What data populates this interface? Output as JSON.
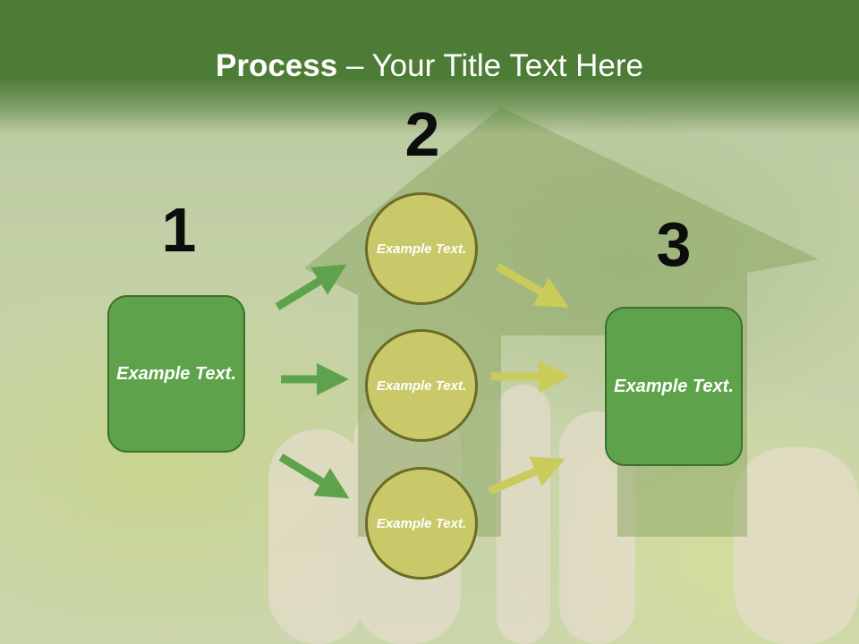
{
  "title": {
    "bold": "Process",
    "rest": " – Your Title Text Here"
  },
  "steps": {
    "num1": "1",
    "num2": "2",
    "num3": "3"
  },
  "left_box": {
    "text": "Example Text."
  },
  "right_box": {
    "text": "Example Text."
  },
  "circles": [
    {
      "text": "Example Text."
    },
    {
      "text": "Example Text."
    },
    {
      "text": "Example Text."
    }
  ],
  "colors": {
    "title_bar": "#4c7c35",
    "box_fill": "#5ea34b",
    "circle_fill": "#c9c96a",
    "green_arrow": "#5ea34b",
    "yellow_arrow": "#c9cc5a"
  }
}
